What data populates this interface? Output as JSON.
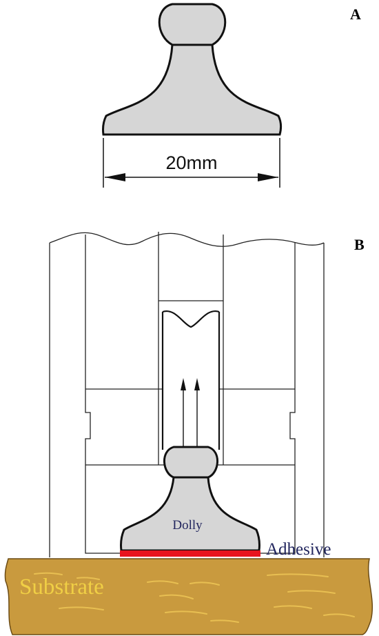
{
  "panels": {
    "a": {
      "letter": "A",
      "dimension": "20mm"
    },
    "b": {
      "letter": "B",
      "dolly": "Dolly",
      "adhesive": "Adhesive",
      "substrate": "Substrate"
    }
  },
  "colors": {
    "dolly_fill": "#d6d6d6",
    "outline": "#111111",
    "adhesive": "#e8141e",
    "substrate": "#c99a3e",
    "substrate_streak": "#e8bf52",
    "substrate_label": "#f0cf45",
    "label_navy": "#22265e"
  }
}
